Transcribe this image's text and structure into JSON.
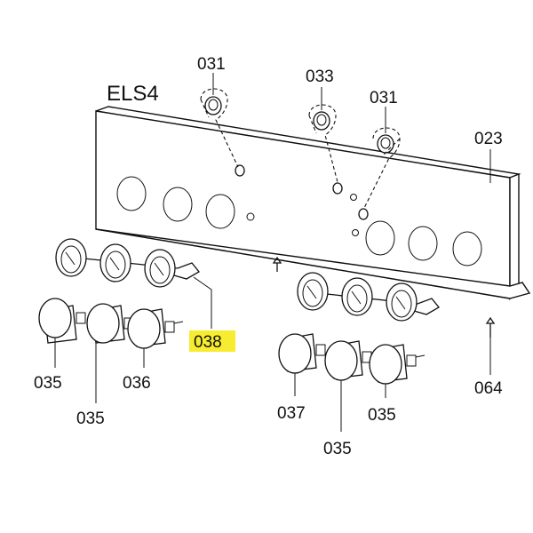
{
  "title": "ELS4",
  "highlight_color": "#f7ec2f",
  "labels": {
    "top_left_031": "031",
    "top_mid_033": "033",
    "top_right_031": "031",
    "panel_023": "023",
    "ring_038": "038",
    "knob_035_a": "035",
    "knob_036": "036",
    "knob_035_b": "035",
    "knob_037": "037",
    "knob_035_c": "035",
    "knob_035_d": "035",
    "screw_064": "064"
  }
}
